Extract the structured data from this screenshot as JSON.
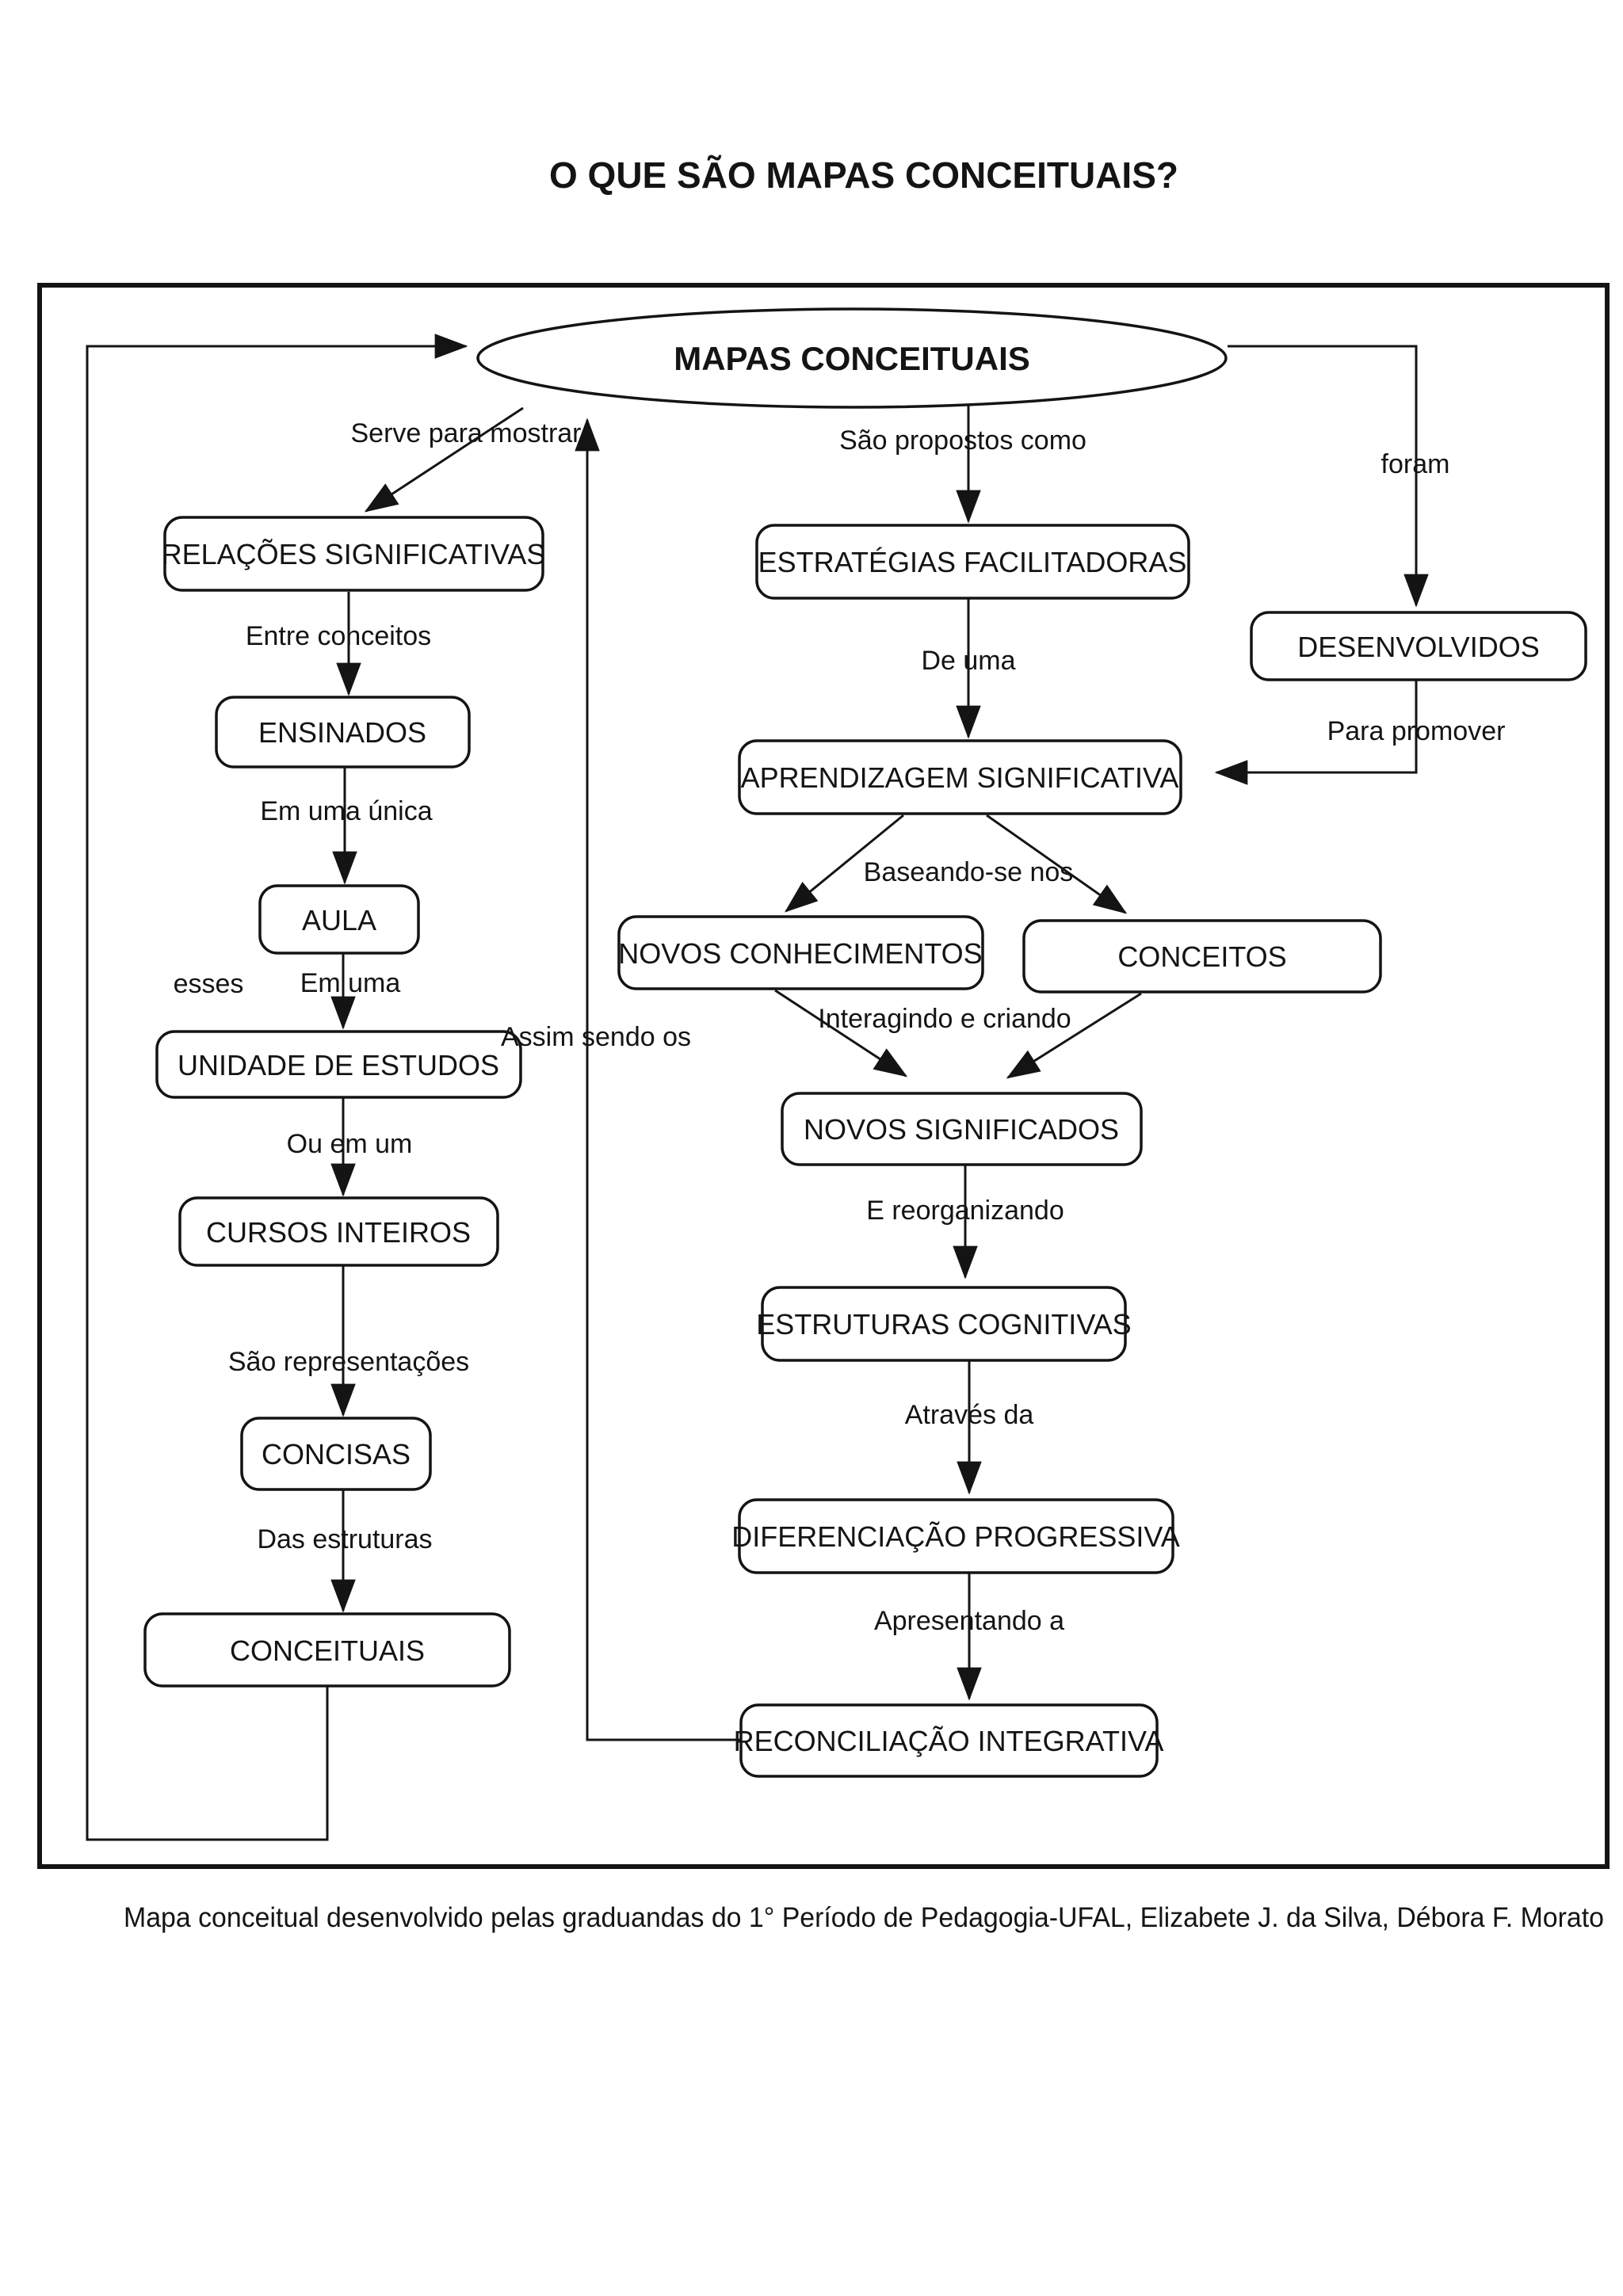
{
  "title": "O QUE SÃO MAPAS CONCEITUAIS?",
  "root": {
    "label": "MAPAS CONCEITUAIS"
  },
  "nodes": {
    "relacoes": "RELAÇÕES SIGNIFICATIVAS",
    "ensinados": "ENSINADOS",
    "aula": "AULA",
    "unidade": "UNIDADE DE ESTUDOS",
    "cursos": "CURSOS INTEIROS",
    "concisas": "CONCISAS",
    "conceituais": "CONCEITUAIS",
    "estrategias": "ESTRATÉGIAS FACILITADORAS",
    "aprendizagem": "APRENDIZAGEM SIGNIFICATIVA",
    "novos_conhecimentos": "NOVOS CONHECIMENTOS",
    "conceitos": "CONCEITOS",
    "novos_significados": "NOVOS SIGNIFICADOS",
    "estruturas": "ESTRUTURAS COGNITIVAS",
    "diferenciacao": "DIFERENCIAÇÃO PROGRESSIVA",
    "reconciliacao": "RECONCILIAÇÃO INTEGRATIVA",
    "desenvolvidos": "DESENVOLVIDOS"
  },
  "edge_labels": {
    "serve": "Serve para mostrar",
    "propostos": "São propostos como",
    "foram": "foram",
    "entre": "Entre conceitos",
    "unica": "Em uma única",
    "esses": "esses",
    "em_uma": "Em uma",
    "ou_em_um": "Ou em um",
    "representacoes": "São representações",
    "das_estruturas": "Das estruturas",
    "de_uma": "De uma",
    "baseando": "Baseando-se nos",
    "interagindo": "Interagindo e criando",
    "assim": "Assim sendo os",
    "reorganizando": "E reorganizando",
    "atraves": "Através da",
    "apresentando": "Apresentando a",
    "promover": "Para promover"
  },
  "caption": "Mapa conceitual desenvolvido pelas graduandas do 1° Período de Pedagogia-UFAL, Elizabete J. da Silva, Débora F. Morato",
  "colors": {
    "ink": "#141414",
    "background": "#ffffff"
  }
}
